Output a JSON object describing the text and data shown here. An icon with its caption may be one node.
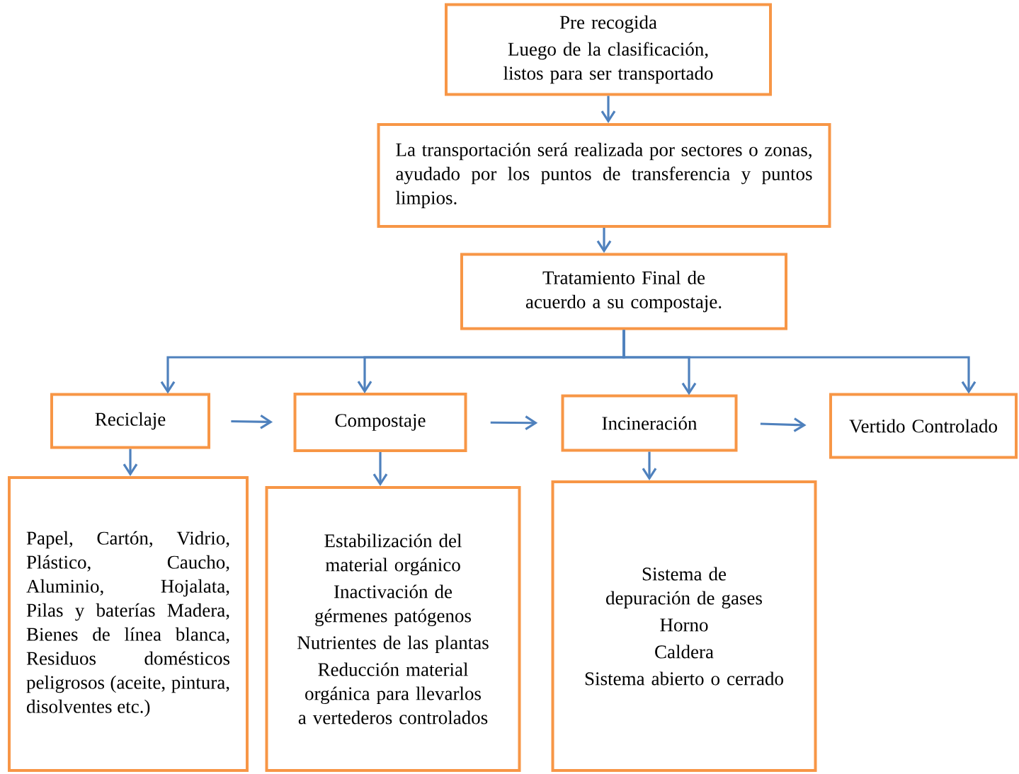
{
  "diagram": {
    "nodes": [
      {
        "text": [
          "Pre recogida",
          "Luego de la clasificación, listos para ser transportado"
        ]
      },
      {
        "text": [
          "La transportación será realizada por sectores o zonas, ayudado por los puntos de transferencia y puntos limpios."
        ]
      },
      {
        "text": [
          "Tratamiento Final de acuerdo a su compostaje."
        ]
      },
      {
        "text": [
          "Reciclaje"
        ]
      },
      {
        "text": [
          "Compostaje"
        ]
      },
      {
        "text": [
          "Incineración"
        ]
      },
      {
        "text": [
          "Vertido Controlado"
        ]
      },
      {
        "text": [
          "Papel, Cartón, Vidrio, Plástico, Caucho, Aluminio, Hojalata, Pilas y baterías Madera, Bienes de línea blanca, Residuos domésticos peligrosos (aceite, pintura, disolventes etc.)"
        ]
      },
      {
        "text": [
          "Estabilización del material orgánico",
          "Inactivación de gérmenes patógenos",
          "Nutrientes de las plantas",
          "Reducción material orgánica para llevarlos a vertederos controlados"
        ]
      },
      {
        "text": [
          "Sistema de depuración de gases",
          "Horno",
          "Caldera",
          "Sistema abierto o cerrado"
        ]
      }
    ],
    "edges": [
      {
        "from": 0,
        "to": 1,
        "arrow": "to"
      },
      {
        "from": 1,
        "to": 2,
        "arrow": "to"
      },
      {
        "from": 2,
        "to": 3,
        "arrow": "to"
      },
      {
        "from": 2,
        "to": 4,
        "arrow": "to"
      },
      {
        "from": 2,
        "to": 5,
        "arrow": "to"
      },
      {
        "from": 2,
        "to": 6,
        "arrow": "to"
      },
      {
        "from": 3,
        "to": 4,
        "arrow": "to"
      },
      {
        "from": 4,
        "to": 5,
        "arrow": "to"
      },
      {
        "from": 5,
        "to": 6,
        "arrow": "to"
      },
      {
        "from": 3,
        "to": 7,
        "arrow": "to"
      },
      {
        "from": 4,
        "to": 8,
        "arrow": "to"
      },
      {
        "from": 5,
        "to": 9,
        "arrow": "to"
      }
    ]
  }
}
